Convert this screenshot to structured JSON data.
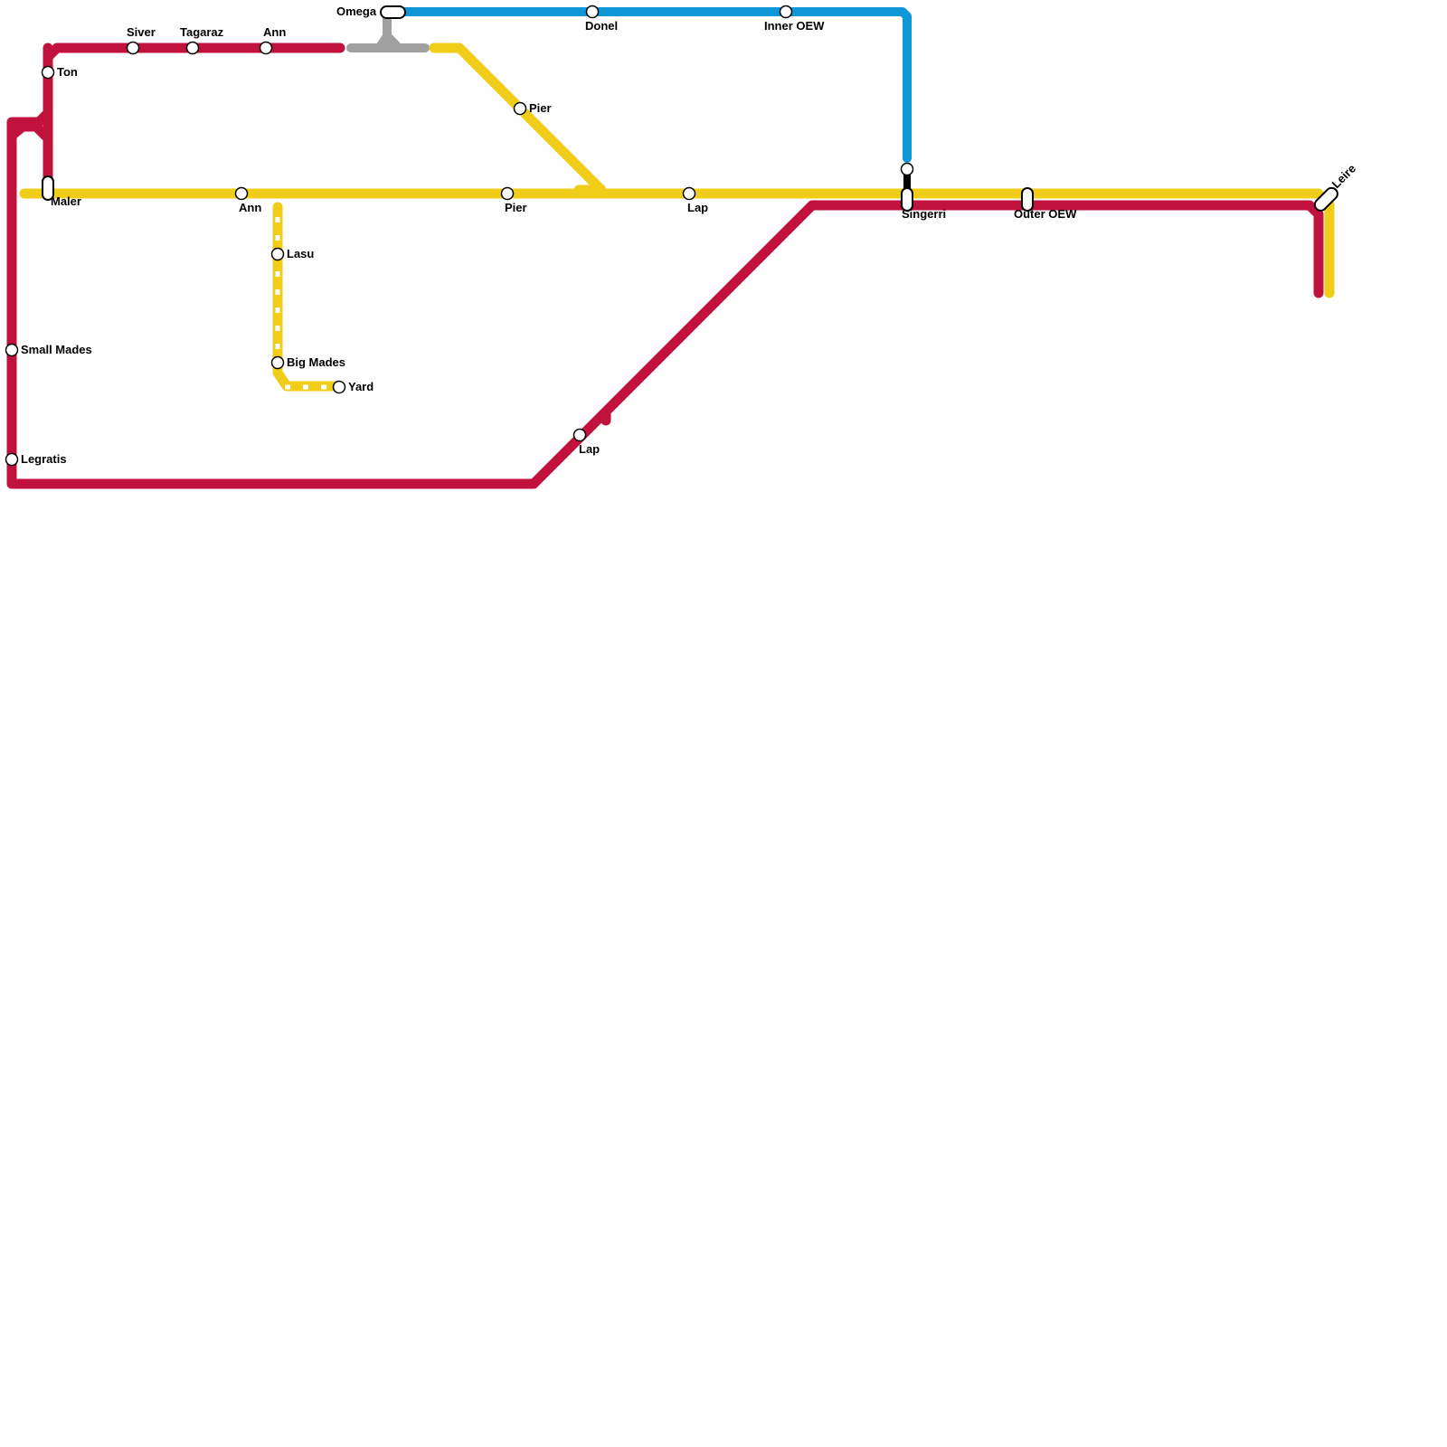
{
  "colors": {
    "red_line": "#c0123c",
    "yellow_line": "#f0cd18",
    "blue_line": "#0f96d6",
    "grey_line": "#a0a0a0",
    "transfer_link": "#000000",
    "background": "#ffffff"
  },
  "lines": [
    {
      "id": "red",
      "color": "#c0123c"
    },
    {
      "id": "yellow",
      "color": "#f0cd18"
    },
    {
      "id": "yellow-branch-under-construction",
      "color": "#f0cd18",
      "style": "dashed"
    },
    {
      "id": "blue",
      "color": "#0f96d6"
    },
    {
      "id": "grey",
      "color": "#a0a0a0"
    }
  ],
  "stations": {
    "siver": "Siver",
    "tagaraz": "Tagaraz",
    "ann_top": "Ann",
    "omega": "Omega",
    "donel": "Donel",
    "inner_oew": "Inner OEW",
    "ton": "Ton",
    "pier_diag": "Pier",
    "maler": "Maler",
    "ann_mid": "Ann",
    "pier_mid": "Pier",
    "lap_mid": "Lap",
    "singerri": "Singerri",
    "outer_oew": "Outer OEW",
    "leire": "Leire",
    "lasu": "Lasu",
    "big_mades": "Big Mades",
    "yard": "Yard",
    "small_mades": "Small Mades",
    "legratis": "Legratis",
    "lap_low": "Lap"
  }
}
